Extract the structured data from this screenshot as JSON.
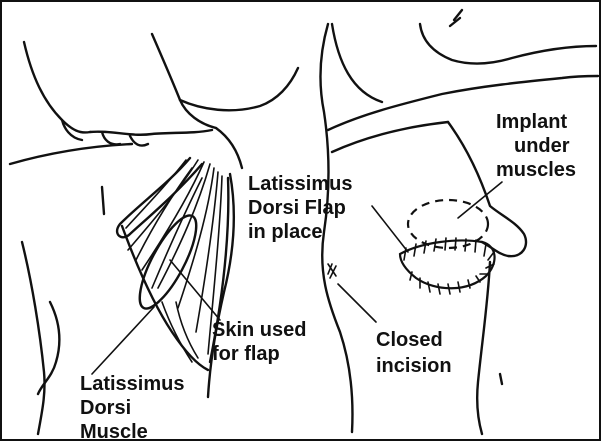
{
  "labels": {
    "flap": [
      "Latissimus",
      "Dorsi Flap",
      "in place"
    ],
    "implant": [
      "Implant",
      "under",
      "muscles"
    ],
    "skin": [
      "Skin used",
      "for flap"
    ],
    "incision": [
      "Closed",
      "incision"
    ],
    "muscle": [
      "Latissimus",
      "Dorsi",
      "Muscle"
    ]
  },
  "colors": {
    "ink": "#111111",
    "background": "#ffffff"
  }
}
